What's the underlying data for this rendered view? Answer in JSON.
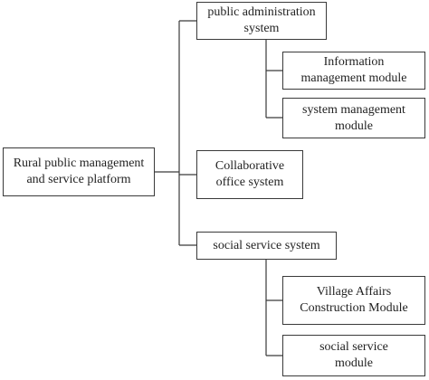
{
  "diagram": {
    "root": {
      "label": "Rural public management\nand service platform"
    },
    "public_admin": {
      "label": "public administration\nsystem",
      "children": [
        {
          "label": "Information\nmanagement module"
        },
        {
          "label": "system management\nmodule"
        }
      ]
    },
    "collaborative": {
      "label": "Collaborative\noffice system"
    },
    "social_service": {
      "label": "social service system",
      "children": [
        {
          "label": "Village Affairs\nConstruction Module"
        },
        {
          "label": "social service\nmodule"
        }
      ]
    }
  },
  "colors": {
    "line": "#3a3a3a",
    "border": "#3a3a3a",
    "text": "#222222",
    "background": "#ffffff"
  }
}
